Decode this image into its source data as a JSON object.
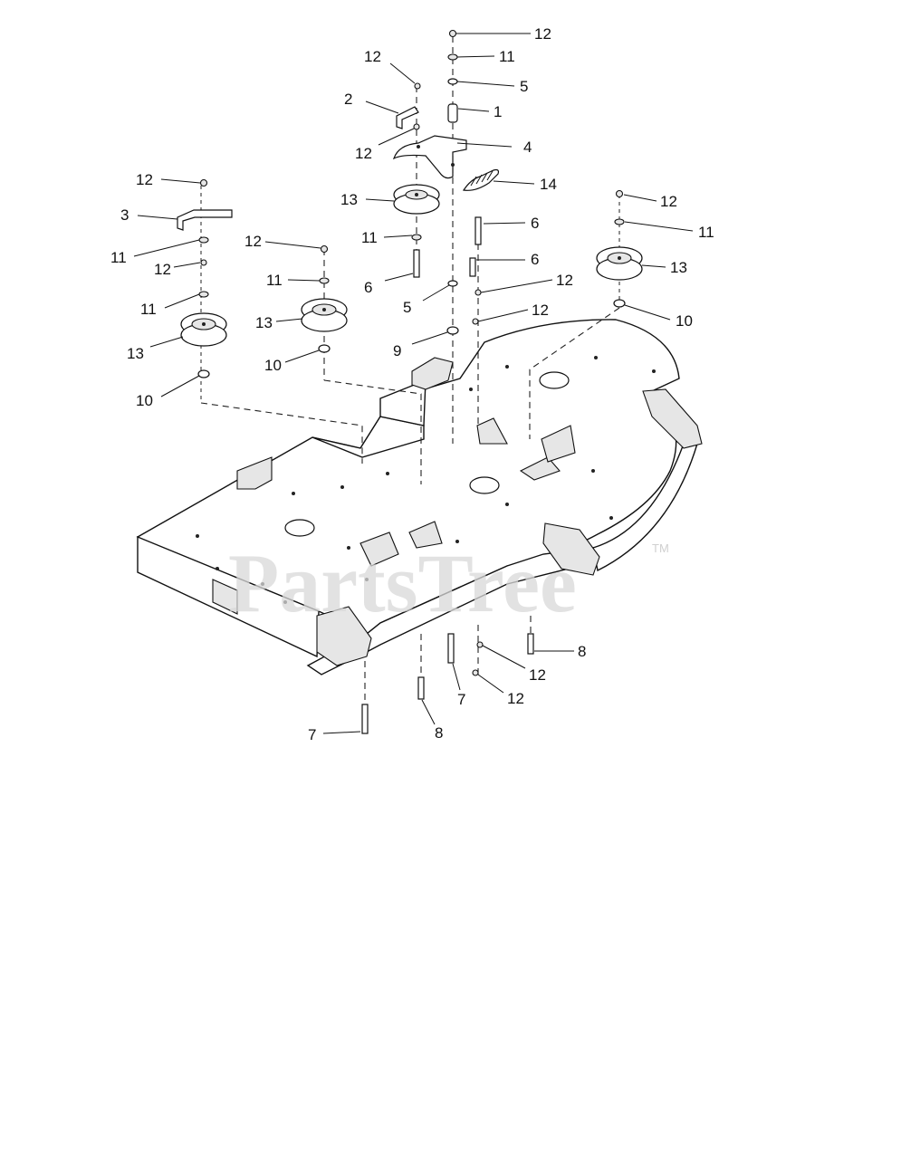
{
  "watermark": {
    "text": "PartsTree",
    "trademark": "TM"
  },
  "callouts": [
    {
      "id": "c01",
      "label": "12"
    },
    {
      "id": "c02",
      "label": "11"
    },
    {
      "id": "c03",
      "label": "5"
    },
    {
      "id": "c04",
      "label": "1"
    },
    {
      "id": "c05",
      "label": "4"
    },
    {
      "id": "c06",
      "label": "12"
    },
    {
      "id": "c07",
      "label": "2"
    },
    {
      "id": "c08",
      "label": "12"
    },
    {
      "id": "c09",
      "label": "14"
    },
    {
      "id": "c10",
      "label": "13"
    },
    {
      "id": "c11",
      "label": "11"
    },
    {
      "id": "c12",
      "label": "6"
    },
    {
      "id": "c13",
      "label": "5"
    },
    {
      "id": "c14",
      "label": "6"
    },
    {
      "id": "c15",
      "label": "6"
    },
    {
      "id": "c16",
      "label": "12"
    },
    {
      "id": "c17",
      "label": "12"
    },
    {
      "id": "c18",
      "label": "9"
    },
    {
      "id": "c19",
      "label": "12"
    },
    {
      "id": "c20",
      "label": "11"
    },
    {
      "id": "c21",
      "label": "13"
    },
    {
      "id": "c22",
      "label": "10"
    },
    {
      "id": "c23",
      "label": "12"
    },
    {
      "id": "c24",
      "label": "3"
    },
    {
      "id": "c25",
      "label": "11"
    },
    {
      "id": "c26",
      "label": "12"
    },
    {
      "id": "c27",
      "label": "11"
    },
    {
      "id": "c28",
      "label": "13"
    },
    {
      "id": "c29",
      "label": "10"
    },
    {
      "id": "c30",
      "label": "12"
    },
    {
      "id": "c31",
      "label": "11"
    },
    {
      "id": "c32",
      "label": "13"
    },
    {
      "id": "c33",
      "label": "10"
    },
    {
      "id": "c34",
      "label": "8"
    },
    {
      "id": "c35",
      "label": "12"
    },
    {
      "id": "c36",
      "label": "12"
    },
    {
      "id": "c37",
      "label": "7"
    },
    {
      "id": "c38",
      "label": "8"
    },
    {
      "id": "c39",
      "label": "7"
    }
  ]
}
